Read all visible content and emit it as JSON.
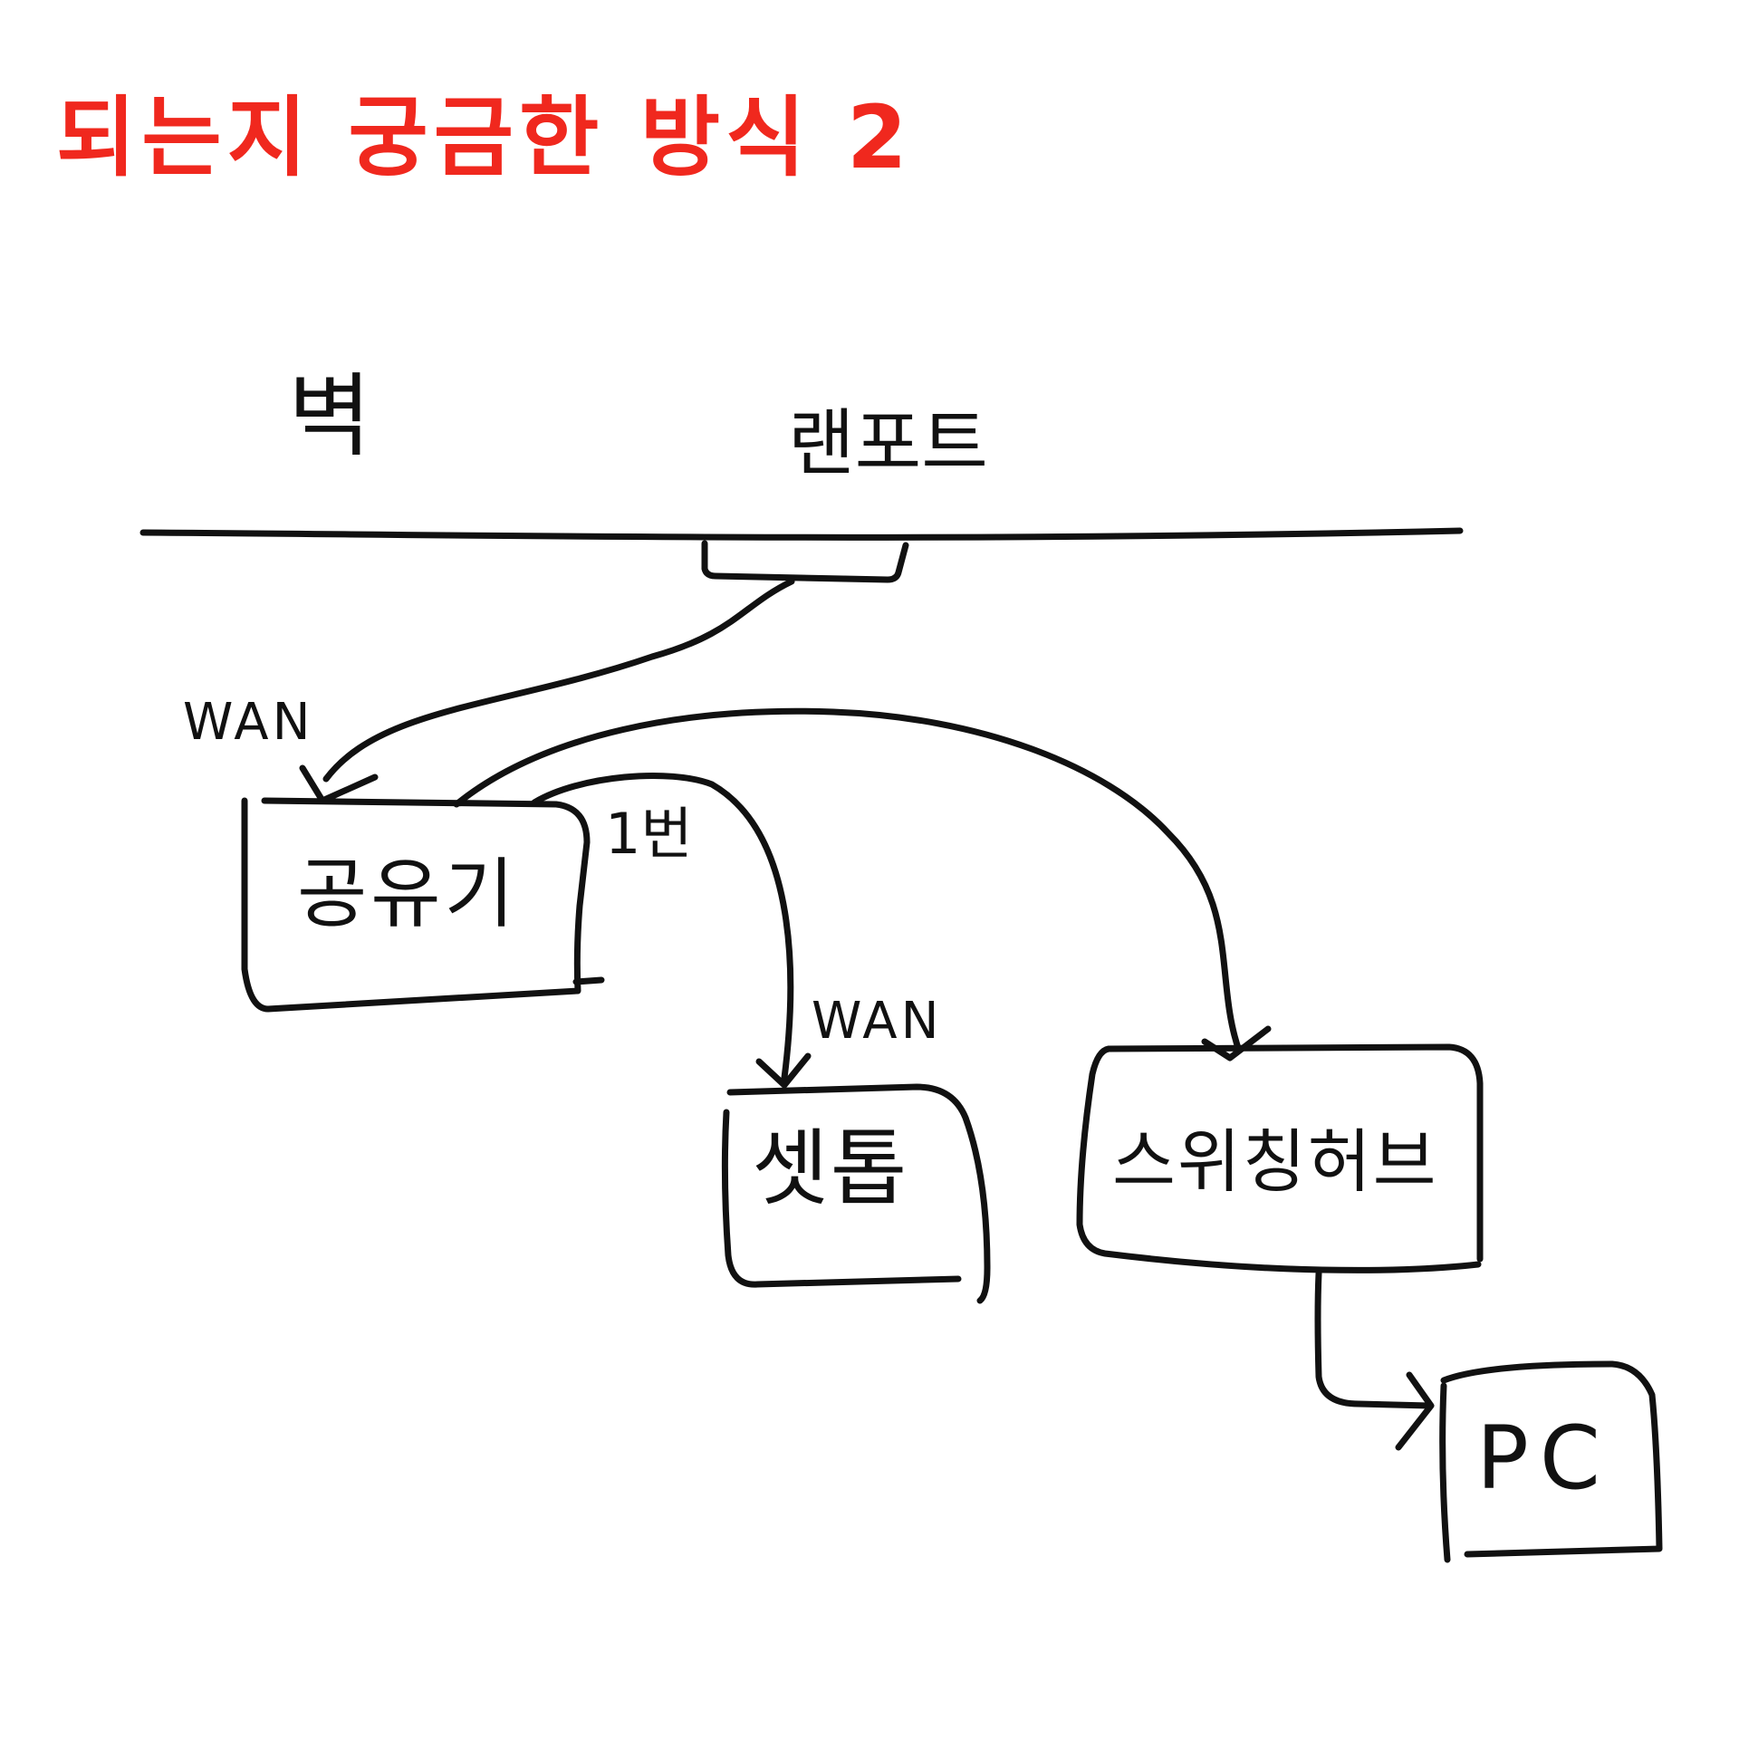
{
  "title": "되는지 궁금한 방식 2",
  "colors": {
    "title": "#f0281e",
    "ink": "#111111",
    "background": "#ffffff"
  },
  "wall": {
    "label": "벽",
    "lan_port": "랜포트"
  },
  "router": {
    "label": "공유기",
    "wan_label": "WAN",
    "port1_label": "1번"
  },
  "settop": {
    "label": "셋톱",
    "wan_label": "WAN"
  },
  "switch_hub": {
    "label": "스위칭허브"
  },
  "pc": {
    "label": "PC"
  }
}
